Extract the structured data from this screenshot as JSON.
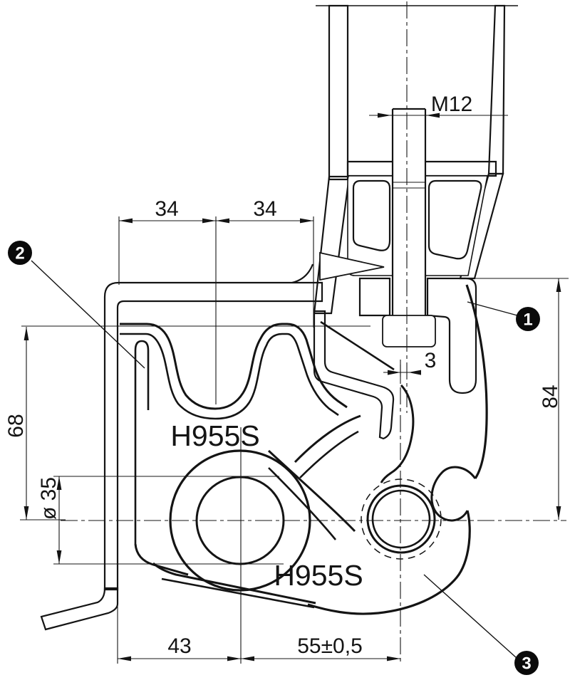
{
  "colors": {
    "ink": "#141414",
    "paper": "#ffffff"
  },
  "dimensions": {
    "thread": "M12",
    "upper_left_width": "34",
    "upper_right_width": "34",
    "stud_offset": "3",
    "right_height": "84",
    "left_height": "68",
    "pin_diameter": "ø 35",
    "bottom_left_width": "43",
    "bottom_right_width": "55±0,5"
  },
  "part_labels": {
    "upper": "H955S",
    "lower": "H955S"
  },
  "callouts": [
    {
      "number": "1"
    },
    {
      "number": "2"
    },
    {
      "number": "3"
    }
  ]
}
